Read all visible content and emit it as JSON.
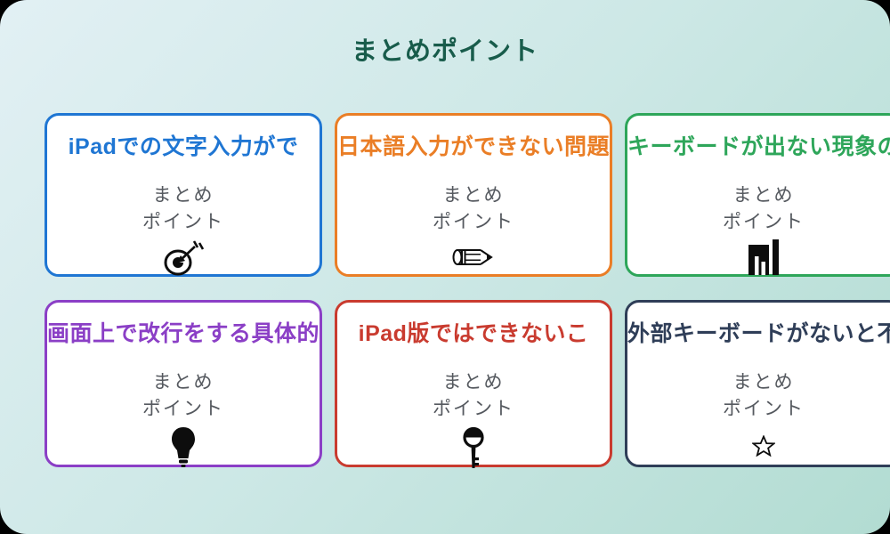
{
  "page": {
    "title": "まとめポイント",
    "title_color": "#185c4b",
    "background_gradient": [
      "#e2f0f4",
      "#b2dcd2"
    ]
  },
  "subtitle_color": "#55595f",
  "icon_color": "#0d0d0d",
  "cards": [
    {
      "title": "iPadでの文字入力がで",
      "subtitle_line1": "まとめ",
      "subtitle_line2": "ポイント",
      "icon": "dart-target-icon",
      "color": "#1f76d3"
    },
    {
      "title": "日本語入力ができない問題",
      "subtitle_line1": "まとめ",
      "subtitle_line2": "ポイント",
      "icon": "pencil-icon",
      "color": "#ea7e26"
    },
    {
      "title": "キーボードが出ない現象の",
      "subtitle_line1": "まとめ",
      "subtitle_line2": "ポイント",
      "icon": "bar-chart-icon",
      "color": "#2ea65a"
    },
    {
      "title": "画面上で改行をする具体的",
      "subtitle_line1": "まとめ",
      "subtitle_line2": "ポイント",
      "icon": "lightbulb-icon",
      "color": "#8b3fc6"
    },
    {
      "title": "iPad版ではできないこ",
      "subtitle_line1": "まとめ",
      "subtitle_line2": "ポイント",
      "icon": "key-icon",
      "color": "#c93b2f"
    },
    {
      "title": "外部キーボードがないと不",
      "subtitle_line1": "まとめ",
      "subtitle_line2": "ポイント",
      "icon": "star-icon",
      "color": "#2f3e58"
    }
  ]
}
